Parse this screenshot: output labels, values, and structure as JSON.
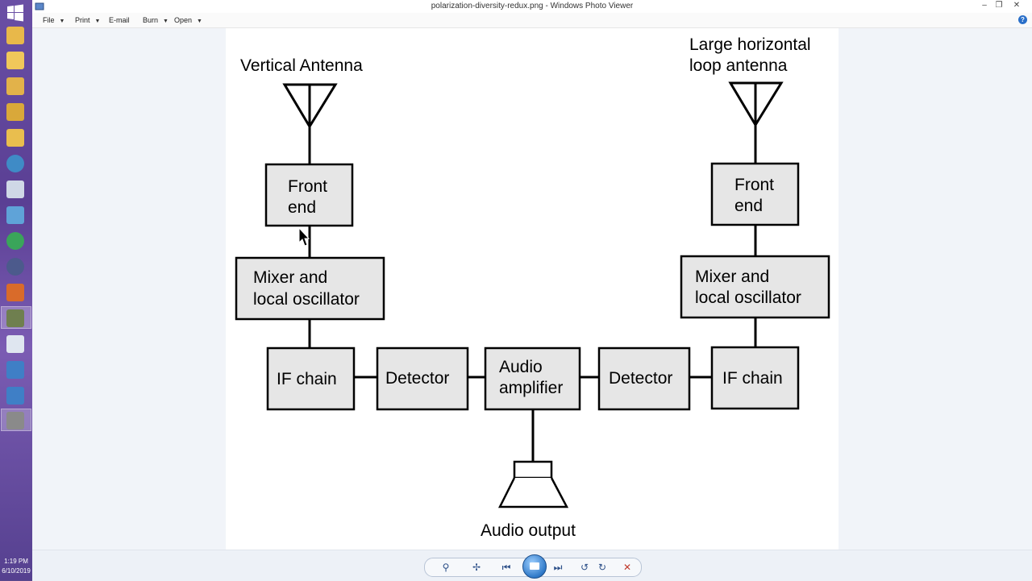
{
  "window": {
    "title": "polarization-diversity-redux.png - Windows Photo Viewer",
    "menu": [
      "File",
      "Print",
      "E-mail",
      "Burn",
      "Open"
    ]
  },
  "diagram": {
    "left_antenna_label": "Vertical Antenna",
    "right_antenna_label_line1": "Large horizontal",
    "right_antenna_label_line2": "loop antenna",
    "front_end_line1": "Front",
    "front_end_line2": "end",
    "mixer_line1": "Mixer and",
    "mixer_line2": "local oscillator",
    "if_chain": "IF chain",
    "detector": "Detector",
    "audio_amp_line1": "Audio",
    "audio_amp_line2": "amplifier",
    "audio_output": "Audio output"
  },
  "taskbar": {
    "time": "1:19 PM",
    "date": "6/10/2019"
  },
  "colors": {
    "taskbar": "#5a3f94",
    "viewer_background": "#f1f4f9",
    "block_fill": "#e6e6e6",
    "accent": "#2f79c8",
    "close": "#c0392b"
  },
  "icons": [
    "windows-logo-icon",
    "folder-icon",
    "zoom-icon",
    "fit-icon",
    "previous-icon",
    "slideshow-icon",
    "next-icon",
    "rotate-left-icon",
    "rotate-right-icon",
    "delete-icon",
    "help-icon",
    "mouse-cursor-icon"
  ]
}
